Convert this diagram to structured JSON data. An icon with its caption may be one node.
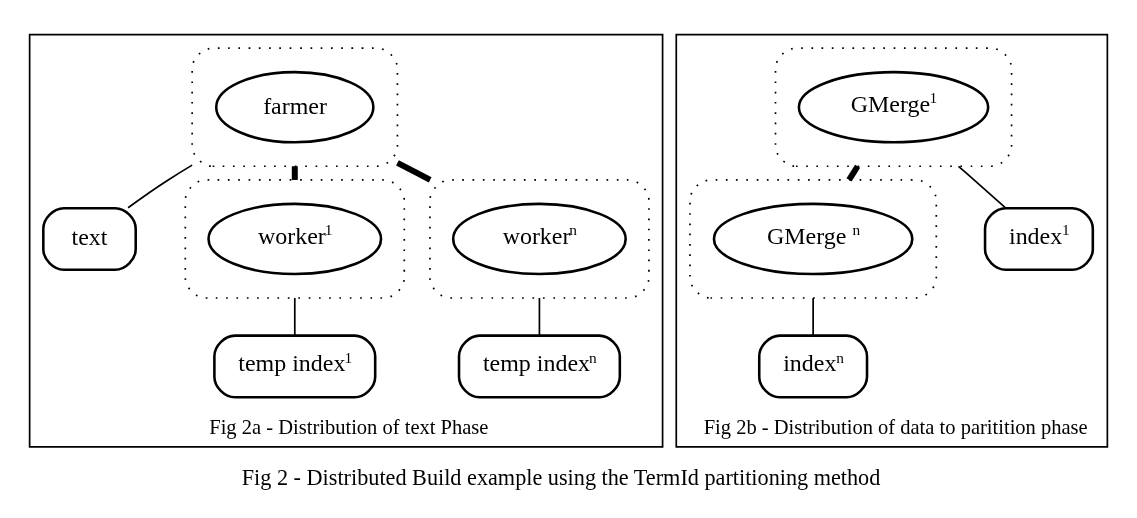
{
  "diagram": {
    "caption": "Fig 2 - Distributed Build example using the TermId partitioning method",
    "nodes": [
      {
        "text": [
          "Fig 2a - Distribution of text Phase"
        ]
      },
      {
        "text": [],
        "shape": "box",
        "in": 0
      },
      {
        "text": [
          "farmer"
        ],
        "in": 1
      },
      {
        "text": [
          "text"
        ],
        "in": 0
      },
      {
        "text": [],
        "shape": "box",
        "in": 0
      },
      {
        "text": [
          "worker$^{1}$"
        ],
        "in": 4
      },
      {
        "text": [],
        "shape": "box",
        "in": 0
      },
      {
        "text": [
          "worker$^{n}$"
        ],
        "in": 6
      },
      {
        "text": [
          "temp index$^{1}$"
        ],
        "in": 0
      },
      {
        "text": [
          "temp index$^{n}$"
        ],
        "in": 0
      },
      {
        "text": [
          "Fig 2b - Distribution of data to paritition phase"
        ]
      },
      {
        "text": [],
        "shape": "box",
        "in": 10
      },
      {
        "text": [
          "GMerge$^{1}$"
        ],
        "in": 11
      },
      {
        "text": [],
        "shape": "box",
        "in": 10
      },
      {
        "text": [
          "GMerge $^{n}$"
        ],
        "in": 13
      },
      {
        "text": [
          "index$^{1}$"
        ],
        "in": 10
      },
      {
        "text": [
          "index$^{n}$"
        ],
        "in": 10
      }
    ],
    "edges": [
      {
        "from": 1,
        "to": 3,
        "arrow": "none"
      },
      {
        "from": 1,
        "to": 4,
        "arrow": "none",
        "style": "thick"
      },
      {
        "from": 1,
        "to": 6,
        "arrow": "none",
        "style": "thick"
      },
      {
        "from": 4,
        "to": 8,
        "arrow": "none"
      },
      {
        "from": 6,
        "to": 9,
        "arrow": "none"
      },
      {
        "from": 11,
        "to": 13,
        "arrow": "none",
        "style": "thick"
      },
      {
        "from": 11,
        "to": 15,
        "arrow": "none"
      },
      {
        "from": 13,
        "to": 16,
        "arrow": "none"
      }
    ]
  }
}
